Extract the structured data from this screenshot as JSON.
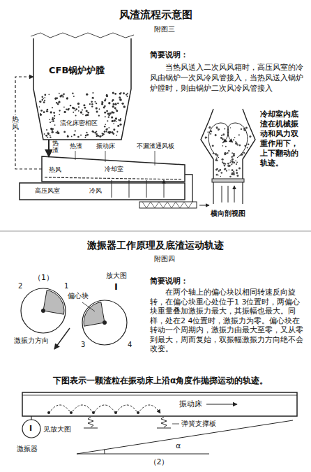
{
  "diagram": {
    "title": "风渣流程示意图",
    "nodes": [
      {
        "text": [
          "CFB锅炉炉膛",
          "流化床密相区"
        ]
      },
      {
        "text": [
          "热风",
          "冷却室"
        ]
      },
      {
        "text": [
          "高压风室",
          "冷风"
        ]
      },
      {
        "text": [
          "振动床"
        ]
      }
    ],
    "edges": [
      {
        "from": 1,
        "to": 0,
        "label": "热风",
        "arrow": "to"
      },
      {
        "from": 0,
        "to": 1,
        "label": "热渣",
        "arrow": "to"
      }
    ],
    "labels": [
      "附图三",
      "简要说明：",
      "当热风送入二次风风箱时，高压风室的冷风由锅炉一次风冷风管接入，当热风送入锅炉炉膛时，则由锅炉二次风冷风管接入",
      "热渣",
      "振动床",
      "不漏渣通风板",
      "冷却室内底渣在机械振动和风力双重作用下，上下翻动的轨迹。",
      "横向剖视图",
      "激振器工作原理及底渣运动轨迹",
      "附图四",
      "（1）",
      "放大图",
      "I",
      "偏心块",
      "激振力方向",
      "2",
      "1",
      "3",
      "4",
      "简要说明：",
      "在两个轴上的偏心块以相同转速反向旋转，在偏心块重心处位于1 3位置时，两偏心块重量叠加激振力最大，其振幅也最大。同样，处在2 4位置时，激振力为零。偏心块在转动一个周期内，激振力由最大至零，又从零到最大，周而复始，双振幅激振力方向绝不会改变。",
      "下图表示一颗渣粒在振动床上沿α角度作抛掷运动的轨迹。",
      "弹簧支撑板",
      "I",
      "见放大图",
      "激振器",
      "α",
      "（2）"
    ]
  }
}
